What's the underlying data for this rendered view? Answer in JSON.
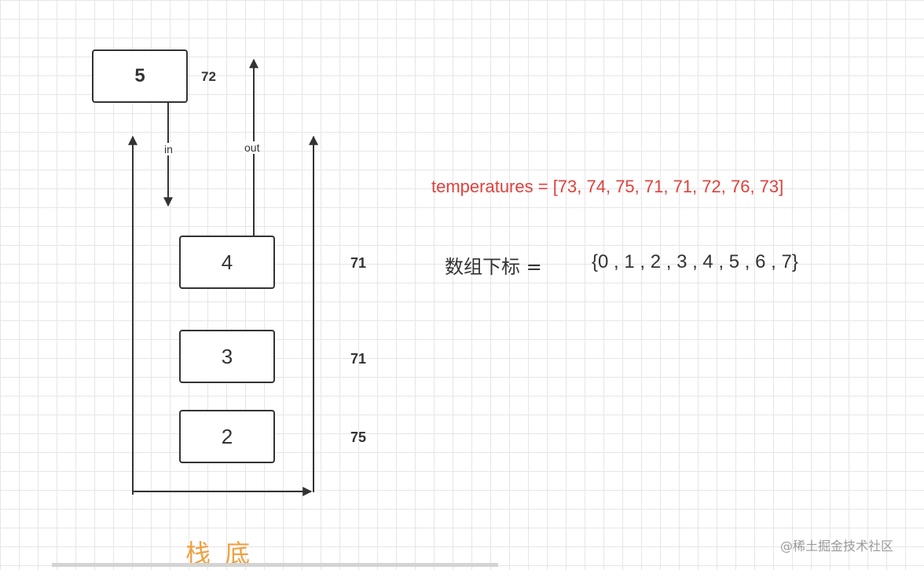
{
  "pushed_element": {
    "index": "5",
    "value": "72"
  },
  "arrows": {
    "in_label": "in",
    "out_label": "out"
  },
  "stack": [
    {
      "index": "4",
      "value": "71"
    },
    {
      "index": "3",
      "value": "71"
    },
    {
      "index": "2",
      "value": "75"
    }
  ],
  "temperatures_text": "temperatures = [73, 74, 75, 71, 71, 72, 76, 73]",
  "index_label": "数组下标 =",
  "index_values": "{0 , 1 , 2 , 3 , 4 , 5 , 6 , 7}",
  "stack_bottom_label": "栈 底",
  "watermark": "@稀土掘金技术社区",
  "colors": {
    "line": "#333333",
    "temperatures_text": "#e0413c",
    "stack_bottom_label": "#f0a040",
    "grid": "#e6e6e6"
  }
}
